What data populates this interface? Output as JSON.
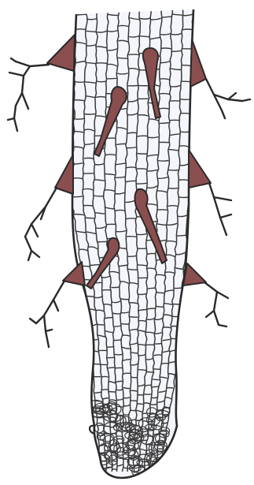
{
  "figure": {
    "subject_icon": "root-tip-illustration-icon",
    "colors": {
      "background": "#ffffff",
      "outline": "#2a2a2a",
      "cell_wall": "#3a3a3a",
      "root_fill": "#f4f6fb",
      "lateral_root": "#8b4e4e",
      "lateral_root_dark": "#6d3838"
    },
    "parts": [
      "root-body",
      "cell-grid",
      "root-cap",
      "lateral-root-primordia",
      "lateral-roots"
    ]
  }
}
